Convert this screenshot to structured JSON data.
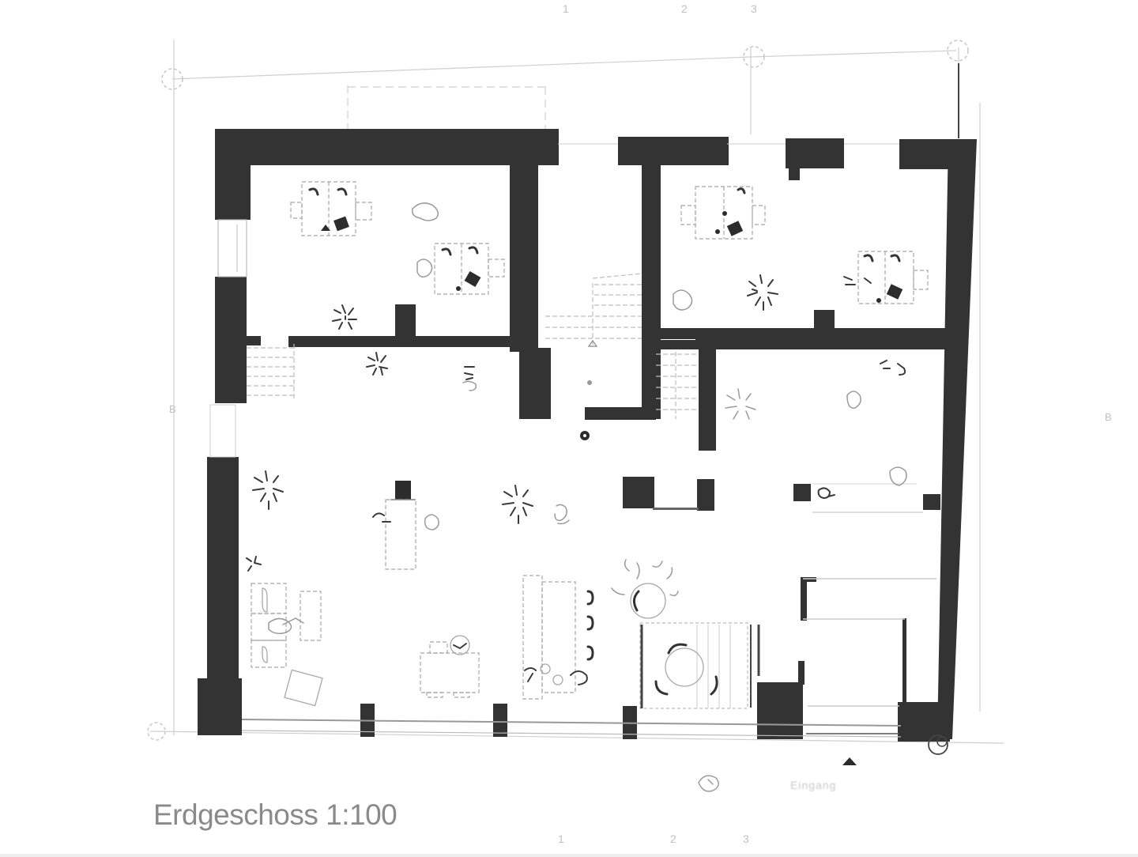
{
  "drawing": {
    "title": "Erdgeschoss 1:100",
    "entrance_label": "Eingang",
    "entrance_marker": "entrance-arrow-icon",
    "colors": {
      "wall": "#333333",
      "furniture": "#b4b4b4",
      "grid": "#cfcfcf",
      "title_text": "#8a8a8a"
    }
  },
  "plan": {
    "floor": "Erdgeschoss",
    "scale": "1:100",
    "rooms": [
      {
        "id": "office-northwest",
        "furniture": [
          "desk-group-4",
          "desk-group-4",
          "plant",
          "plant",
          "lounge-chair"
        ]
      },
      {
        "id": "stairwell-central",
        "furniture": [
          "stair-up",
          "stair-down"
        ]
      },
      {
        "id": "office-northeast",
        "furniture": [
          "desk-group-4",
          "desk-group-4",
          "plant",
          "lounge-chair"
        ]
      },
      {
        "id": "open-space-main",
        "furniture": [
          "sofa",
          "armchair",
          "meeting-table",
          "dining-table",
          "bench",
          "round-table",
          "kitchen-counter",
          "plants"
        ]
      },
      {
        "id": "side-room-east",
        "furniture": [
          "plant",
          "lounge-chair",
          "counter"
        ]
      },
      {
        "id": "entrance-vestibule",
        "furniture": []
      }
    ]
  }
}
